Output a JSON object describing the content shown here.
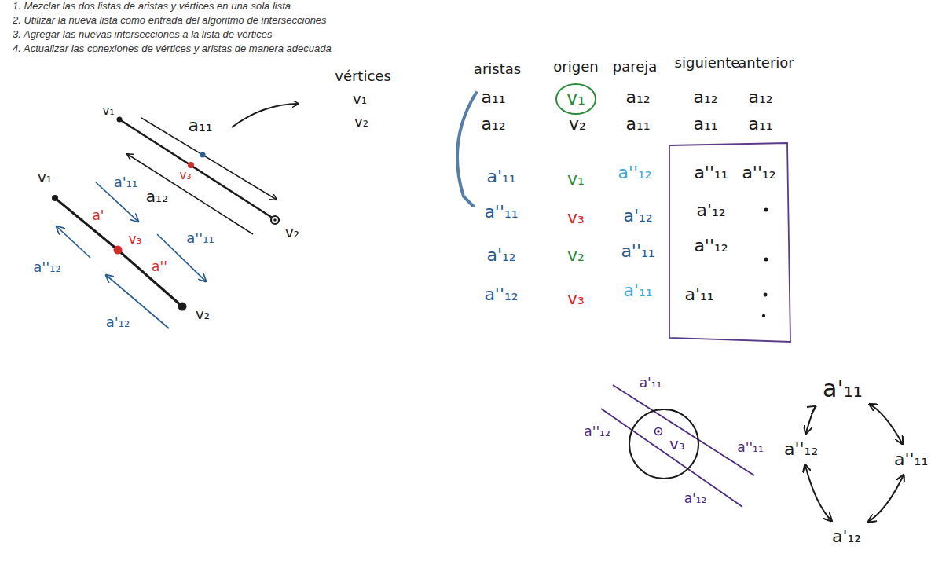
{
  "diagram": {
    "nodes": [
      {
        "text": [
          "v₁"
        ]
      },
      {
        "text": [
          "v₃"
        ]
      },
      {
        "text": [
          "a'₁₁"
        ]
      },
      {
        "text": [
          "a''₁₂"
        ]
      },
      {
        "text": [
          "a''₁₁"
        ]
      },
      {
        "text": [
          "a'₁₂"
        ]
      }
    ],
    "edges": [
      {
        "from": 2,
        "to": 4,
        "arrow": "both"
      },
      {
        "from": 4,
        "to": 5,
        "arrow": "both"
      },
      {
        "from": 5,
        "to": 3,
        "arrow": "both"
      },
      {
        "from": 3,
        "to": 2,
        "arrow": "both"
      }
    ],
    "labels": [
      "1. Mezclar las dos listas de aristas y vértices en una sola lista",
      "2. Utilizar la nueva lista como entrada del algoritmo de intersecciones",
      "3. Agregar las nuevas intersecciones a la lista de vértices",
      "4. Actualizar las conexiones de vértices y aristas de manera adecuada",
      "vértices",
      "v₁",
      "v₂",
      "aristas",
      "origen",
      "pareja",
      "siguiente",
      "anterior",
      "a₁₁",
      "a₁₂",
      "a₁₂",
      "a₁₂",
      "a₁₂",
      "v₂",
      "a₁₁",
      "a₁₁",
      "a₁₁",
      "a'₁₁",
      "v₁",
      "a''₁₂",
      "a''₁₁",
      "a''₁₂",
      "a''₁₁",
      "v₃",
      "a'₁₂",
      "a'₁₂",
      "a'₁₂",
      "v₂",
      "a''₁₁",
      "a''₁₂",
      "a''₁₂",
      "v₃",
      "a'₁₁",
      "a'₁₁",
      "v₁",
      "a₁₁",
      "v₃",
      "a₁₂",
      "v₂",
      "v₁",
      "a'₁₁",
      "a'",
      "v₃",
      "a''₁₁",
      "a''",
      "a''₁₂",
      "v₂",
      "a'₁₂",
      "a'₁₁",
      "a''₁₂",
      "a''₁₁",
      "a'₁₂"
    ]
  }
}
